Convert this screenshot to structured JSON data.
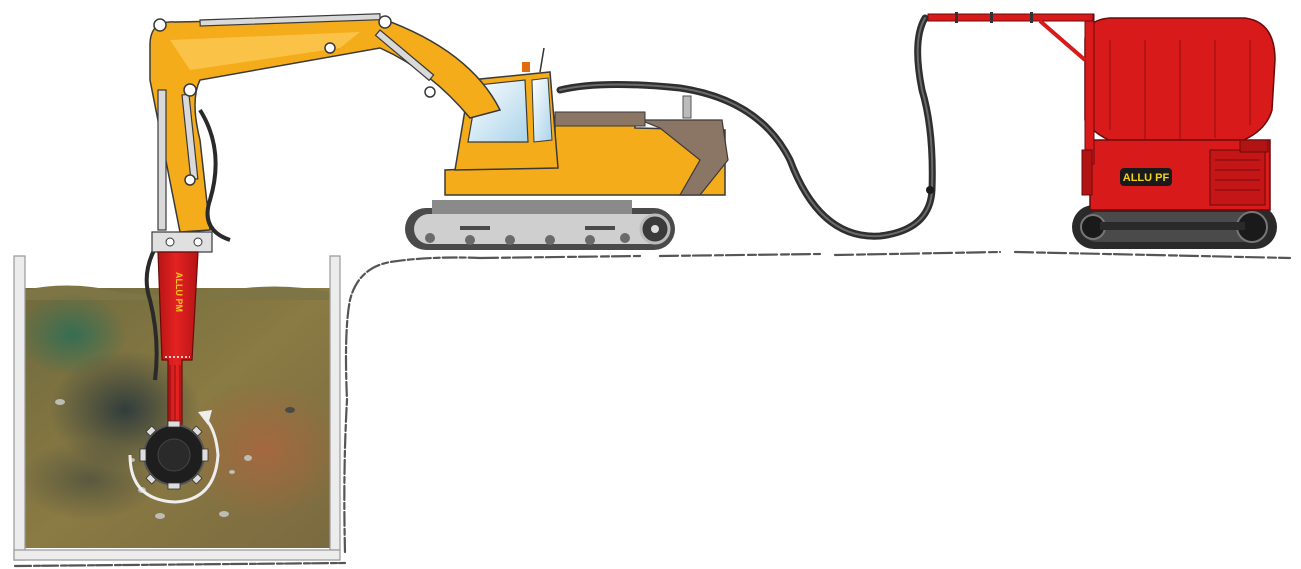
{
  "excavator": {
    "name": "excavator",
    "body_color": "#F4AC1A",
    "body_dark": "#C98A10",
    "window_color": "#CFE6F2",
    "counterweight_color": "#8B7565",
    "track_color": "#5A5A5A",
    "track_frame": "#BFBFBF"
  },
  "mixer_tool": {
    "label": "ALLU PM",
    "color": "#D81A1A",
    "label_color": "#F4C81A"
  },
  "feeder_unit": {
    "label": "ALLU PF",
    "color": "#D81A1A",
    "label_bg": "#1A1A1A",
    "label_color": "#F4D21A"
  },
  "hose": {
    "color": "#333333"
  },
  "pit": {
    "soil_colors": [
      "#8A7A43",
      "#4E7E63",
      "#3B4A4A",
      "#A56A45",
      "#7A7345"
    ],
    "wall_color": "#CFCFCF"
  },
  "ground": {
    "line_color": "#555555"
  }
}
